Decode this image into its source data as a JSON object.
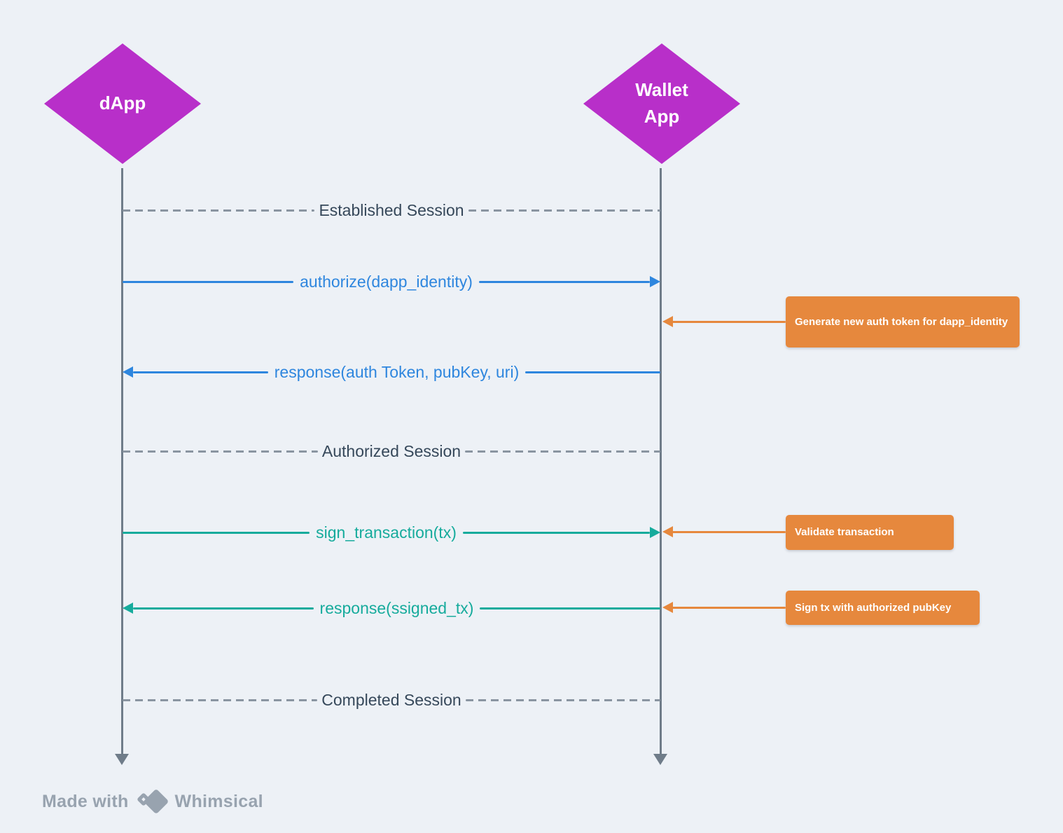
{
  "diagram": {
    "type": "sequence-diagram",
    "made_with": "Whimsical"
  },
  "colors": {
    "background": "#edf1f6",
    "actor_fill": "#b82fc9",
    "actor_text": "#ffffff",
    "auth_flow": "#2e86de",
    "transaction_flow": "#16ab9c",
    "note_fill": "#e6883d",
    "note_text": "#ffffff",
    "lifeline": "#6f7c89",
    "separator_dash": "#8a95a1",
    "separator_text": "#36485a",
    "watermark": "#98a3af"
  },
  "actors": [
    {
      "id": "dapp",
      "label": "dApp"
    },
    {
      "id": "wallet-app",
      "lines": [
        "Wallet",
        "App"
      ]
    }
  ],
  "rows": [
    {
      "kind": "separator",
      "label": "Established Session"
    },
    {
      "kind": "message",
      "label": "authorize(dapp_identity)",
      "from": "dapp",
      "to": "wallet-app",
      "color": "auth_flow"
    },
    {
      "kind": "message",
      "label": "response(auth Token, pubKey, uri)",
      "from": "wallet-app",
      "to": "dapp",
      "color": "auth_flow"
    },
    {
      "kind": "separator",
      "label": "Authorized Session"
    },
    {
      "kind": "message",
      "label": "sign_transaction(tx)",
      "from": "dapp",
      "to": "wallet-app",
      "color": "transaction_flow"
    },
    {
      "kind": "message",
      "label": "response(ssigned_tx)",
      "from": "wallet-app",
      "to": "dapp",
      "color": "transaction_flow"
    },
    {
      "kind": "separator",
      "label": "Completed Session"
    }
  ],
  "notes": [
    {
      "label": "Generate new auth token for dapp_identity",
      "target": "wallet-app"
    },
    {
      "label": "Validate transaction",
      "target": "wallet-app"
    },
    {
      "label": "Sign tx with authorized pubKey",
      "target": "wallet-app"
    }
  ],
  "watermark": {
    "prefix": "Made with",
    "brand": "Whimsical"
  }
}
